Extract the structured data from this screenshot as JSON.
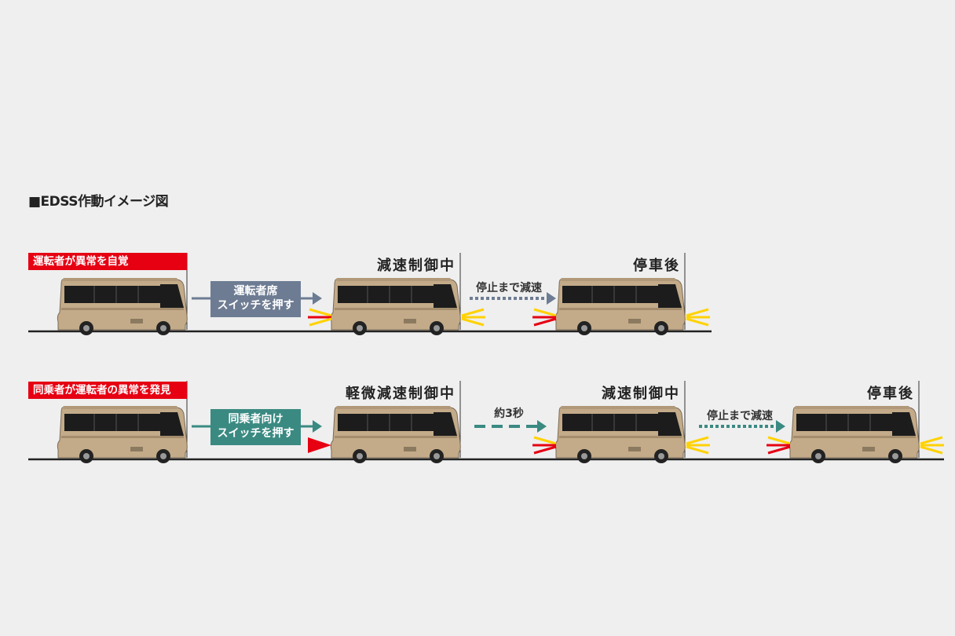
{
  "title": "■EDSS作動イメージ図",
  "colors": {
    "background": "#efefef",
    "alert_red": "#e60012",
    "driver_arrow": "#6d7c93",
    "passenger_arrow": "#3a8a82",
    "bus_body": "#c3ab89",
    "bus_window": "#1c1c1c",
    "road": "#222222",
    "brake_light": "#e60012",
    "hazard_light": "#ffd200"
  },
  "rows": [
    {
      "trigger": "運転者が異常を自覚",
      "button_lines": [
        "運転者席",
        "スイッチを押す"
      ],
      "phases": [
        "減速制御中",
        "停車後"
      ],
      "transitions": [
        "停止まで減速"
      ]
    },
    {
      "trigger": "同乗者が運転者の異常を発見",
      "button_lines": [
        "同乗者向け",
        "スイッチを押す"
      ],
      "phases": [
        "軽微減速制御中",
        "減速制御中",
        "停車後"
      ],
      "transitions": [
        "約3秒",
        "停止まで減速"
      ]
    }
  ]
}
